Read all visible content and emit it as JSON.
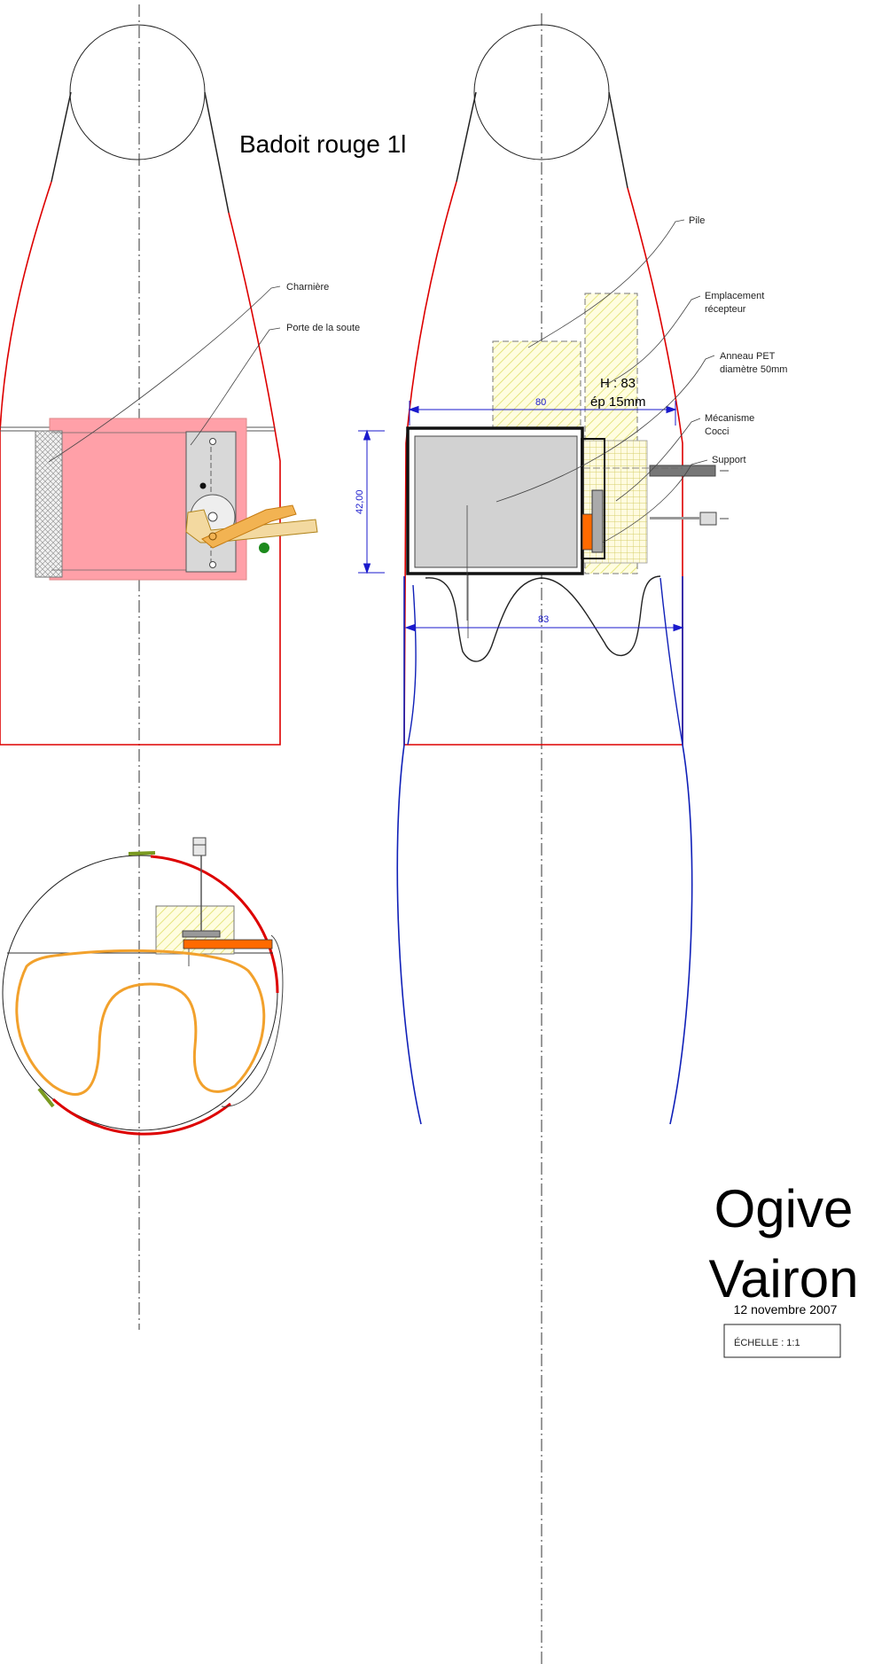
{
  "title_bottle": "Badoit rouge 1l",
  "labels": {
    "charniere": "Charnière",
    "porte": "Porte de la soute",
    "pile": "Pile",
    "emplacement_1": "Emplacement",
    "emplacement_2": "récepteur",
    "anneau_1": "Anneau PET",
    "anneau_2": "diamètre 50mm",
    "mecanisme_1": "Mécanisme",
    "mecanisme_2": "Cocci",
    "support": "Support"
  },
  "dimensions": {
    "width_top": "80",
    "height_left": "42,00",
    "width_bottom": "83",
    "h_note": "H : 83",
    "ep_note": "ép 15mm"
  },
  "title_block": {
    "line1": "Ogive",
    "line2": "Vairon",
    "date": "12 novembre 2007",
    "scale": "ÉCHELLE :  1:1"
  },
  "colors": {
    "bottle_outline": "#dd0000",
    "lower_bottle": "#1020b8",
    "dimension": "#1a1acc",
    "hatch_box_fill": "#fffde0",
    "hatch_line": "#d8d860",
    "pink_panel": "#ffa0a8",
    "battery_fill": "#d2d2d2",
    "orange_part": "#ff6a00",
    "orange_loop": "#f2a12c",
    "green_dot": "#1c8a1c"
  }
}
